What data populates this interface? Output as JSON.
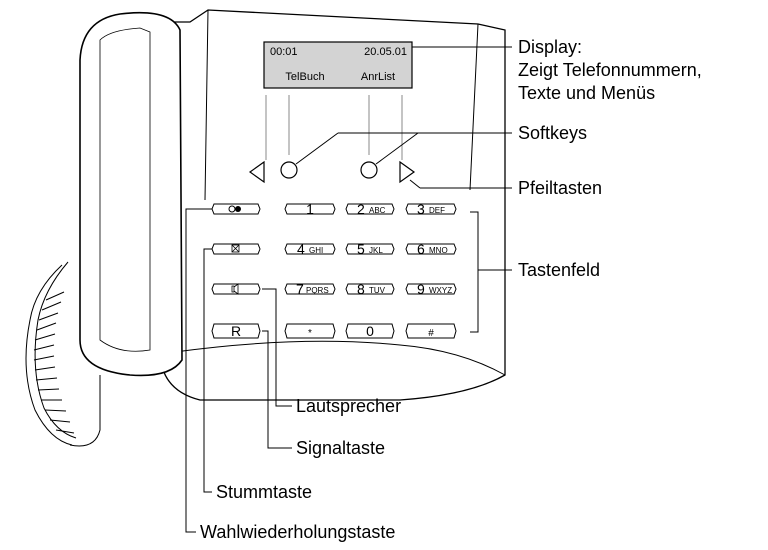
{
  "display": {
    "time": "00:01",
    "date": "20.05.01",
    "softkey_left": "TelBuch",
    "softkey_right": "AnrList"
  },
  "keypad": {
    "func_keys": [
      "",
      "",
      "",
      "R"
    ],
    "rows": [
      [
        {
          "num": "1",
          "letters": ""
        },
        {
          "num": "2",
          "letters": "ABC"
        },
        {
          "num": "3",
          "letters": "DEF"
        }
      ],
      [
        {
          "num": "4",
          "letters": "GHI"
        },
        {
          "num": "5",
          "letters": "JKL"
        },
        {
          "num": "6",
          "letters": "MNO"
        }
      ],
      [
        {
          "num": "7",
          "letters": "PQRS"
        },
        {
          "num": "8",
          "letters": "TUV"
        },
        {
          "num": "9",
          "letters": "WXYZ"
        }
      ],
      [
        {
          "num": "*",
          "letters": ""
        },
        {
          "num": "0",
          "letters": ""
        },
        {
          "num": "#",
          "letters": ""
        }
      ]
    ]
  },
  "labels": {
    "display_title": "Display:",
    "display_line2": "Zeigt Telefonnummern,",
    "display_line3": "Texte und Menüs",
    "softkeys": "Softkeys",
    "pfeiltasten": "Pfeiltasten",
    "tastenfeld": "Tastenfeld",
    "lautsprecher": "Lautsprecher",
    "signaltaste": "Signaltaste",
    "stummtaste": "Stummtaste",
    "wahlwiederholungstaste": "Wahlwiederholungstaste"
  },
  "icons": {
    "handset": "handset-icon",
    "cord": "coiled-cord-icon",
    "redial": "redial-icon",
    "mute": "mute-icon",
    "speaker": "speaker-icon",
    "left_arrow": "arrow-left-icon",
    "right_arrow": "arrow-right-icon"
  }
}
